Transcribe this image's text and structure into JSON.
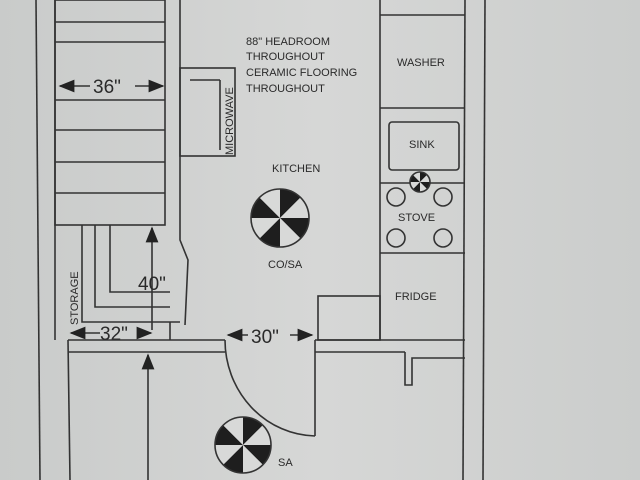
{
  "notes": [
    "88\" HEADROOM",
    "THROUGHOUT",
    "CERAMIC FLOORING",
    "THROUGHOUT"
  ],
  "rooms": {
    "kitchen": "KITCHEN",
    "washer": "WASHER",
    "sink": "SINK",
    "stove": "STOVE",
    "fridge": "FRIDGE",
    "microwave": "MICROWAVE",
    "storage": "STORAGE"
  },
  "detectors": {
    "co_sa": "CO/SA",
    "sa": "SA"
  },
  "dimensions": {
    "stair_width": "36\"",
    "storage_height": "40\"",
    "storage_width": "32\"",
    "door_width": "30\""
  },
  "colors": {
    "background": "#cfd0cf",
    "line": "#333333"
  }
}
